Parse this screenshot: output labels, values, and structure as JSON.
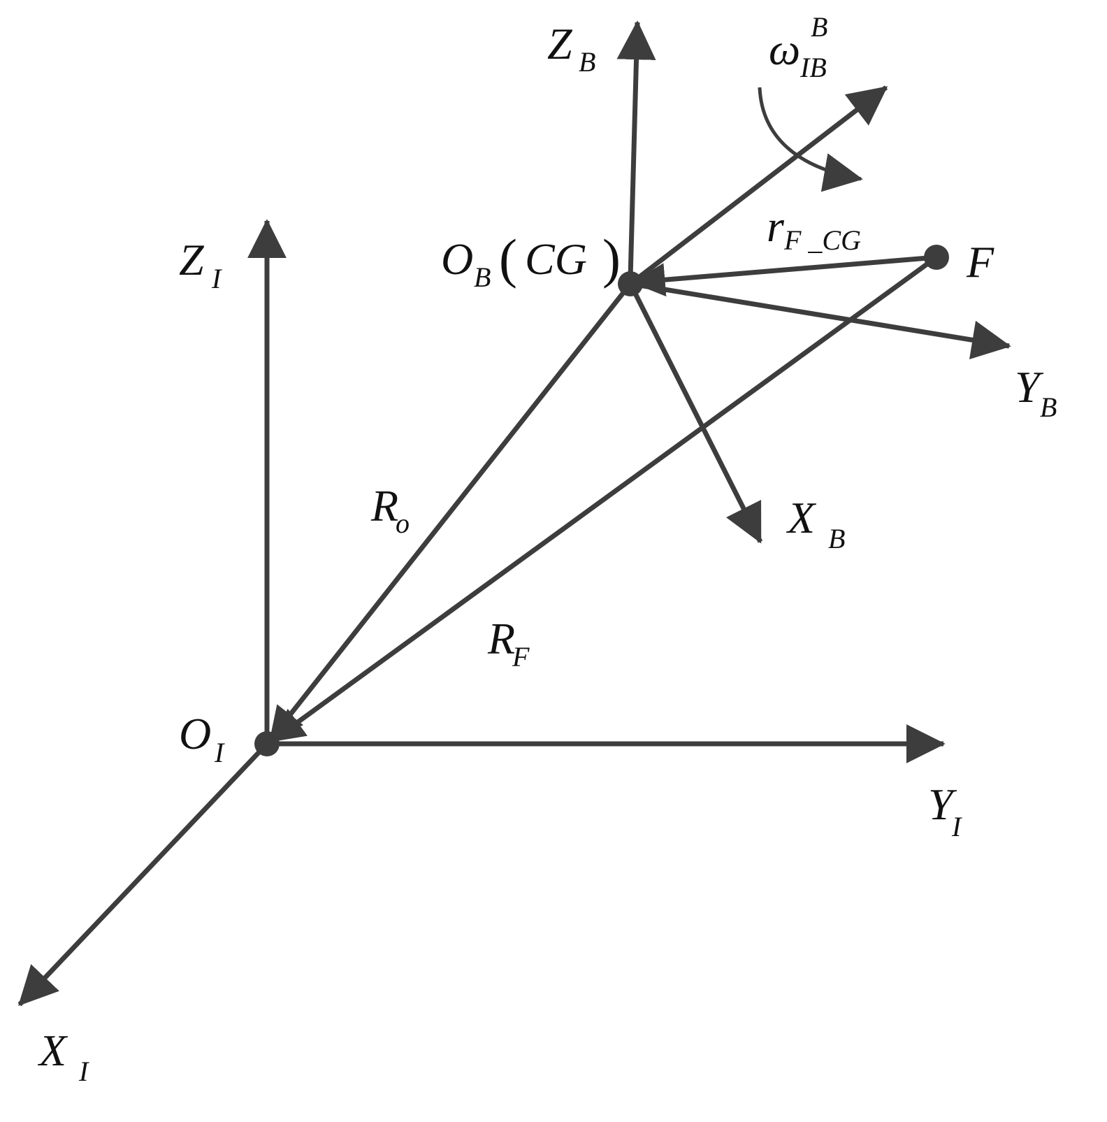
{
  "colors": {
    "ink": "#3d3d3d",
    "text": "#111111",
    "background": "#ffffff"
  },
  "points": {
    "origin_inertial": "O_I",
    "body_cg": "O_B (CG)",
    "force_point": "F"
  },
  "labels": {
    "ZI_main": "Z",
    "ZI_sub": "I",
    "YI_main": "Y",
    "YI_sub": "I",
    "XI_main": "X",
    "XI_sub": "I",
    "OI_main": "O",
    "OI_sub": "I",
    "ZB_main": "Z",
    "ZB_sub": "B",
    "YB_main": "Y",
    "YB_sub": "B",
    "XB_main": "X",
    "XB_sub": "B",
    "OB_main": "O",
    "OB_sub": "B",
    "paren_open": "(",
    "paren_close": ")",
    "cg": "CG",
    "omega_main": "ω",
    "omega_sub": "IB",
    "omega_sup": "B",
    "r_main": "r",
    "r_sub": "F _CG",
    "F": "F",
    "Ro_main": "R",
    "Ro_sub": "o",
    "RF_main": "R",
    "RF_sub": "F"
  }
}
